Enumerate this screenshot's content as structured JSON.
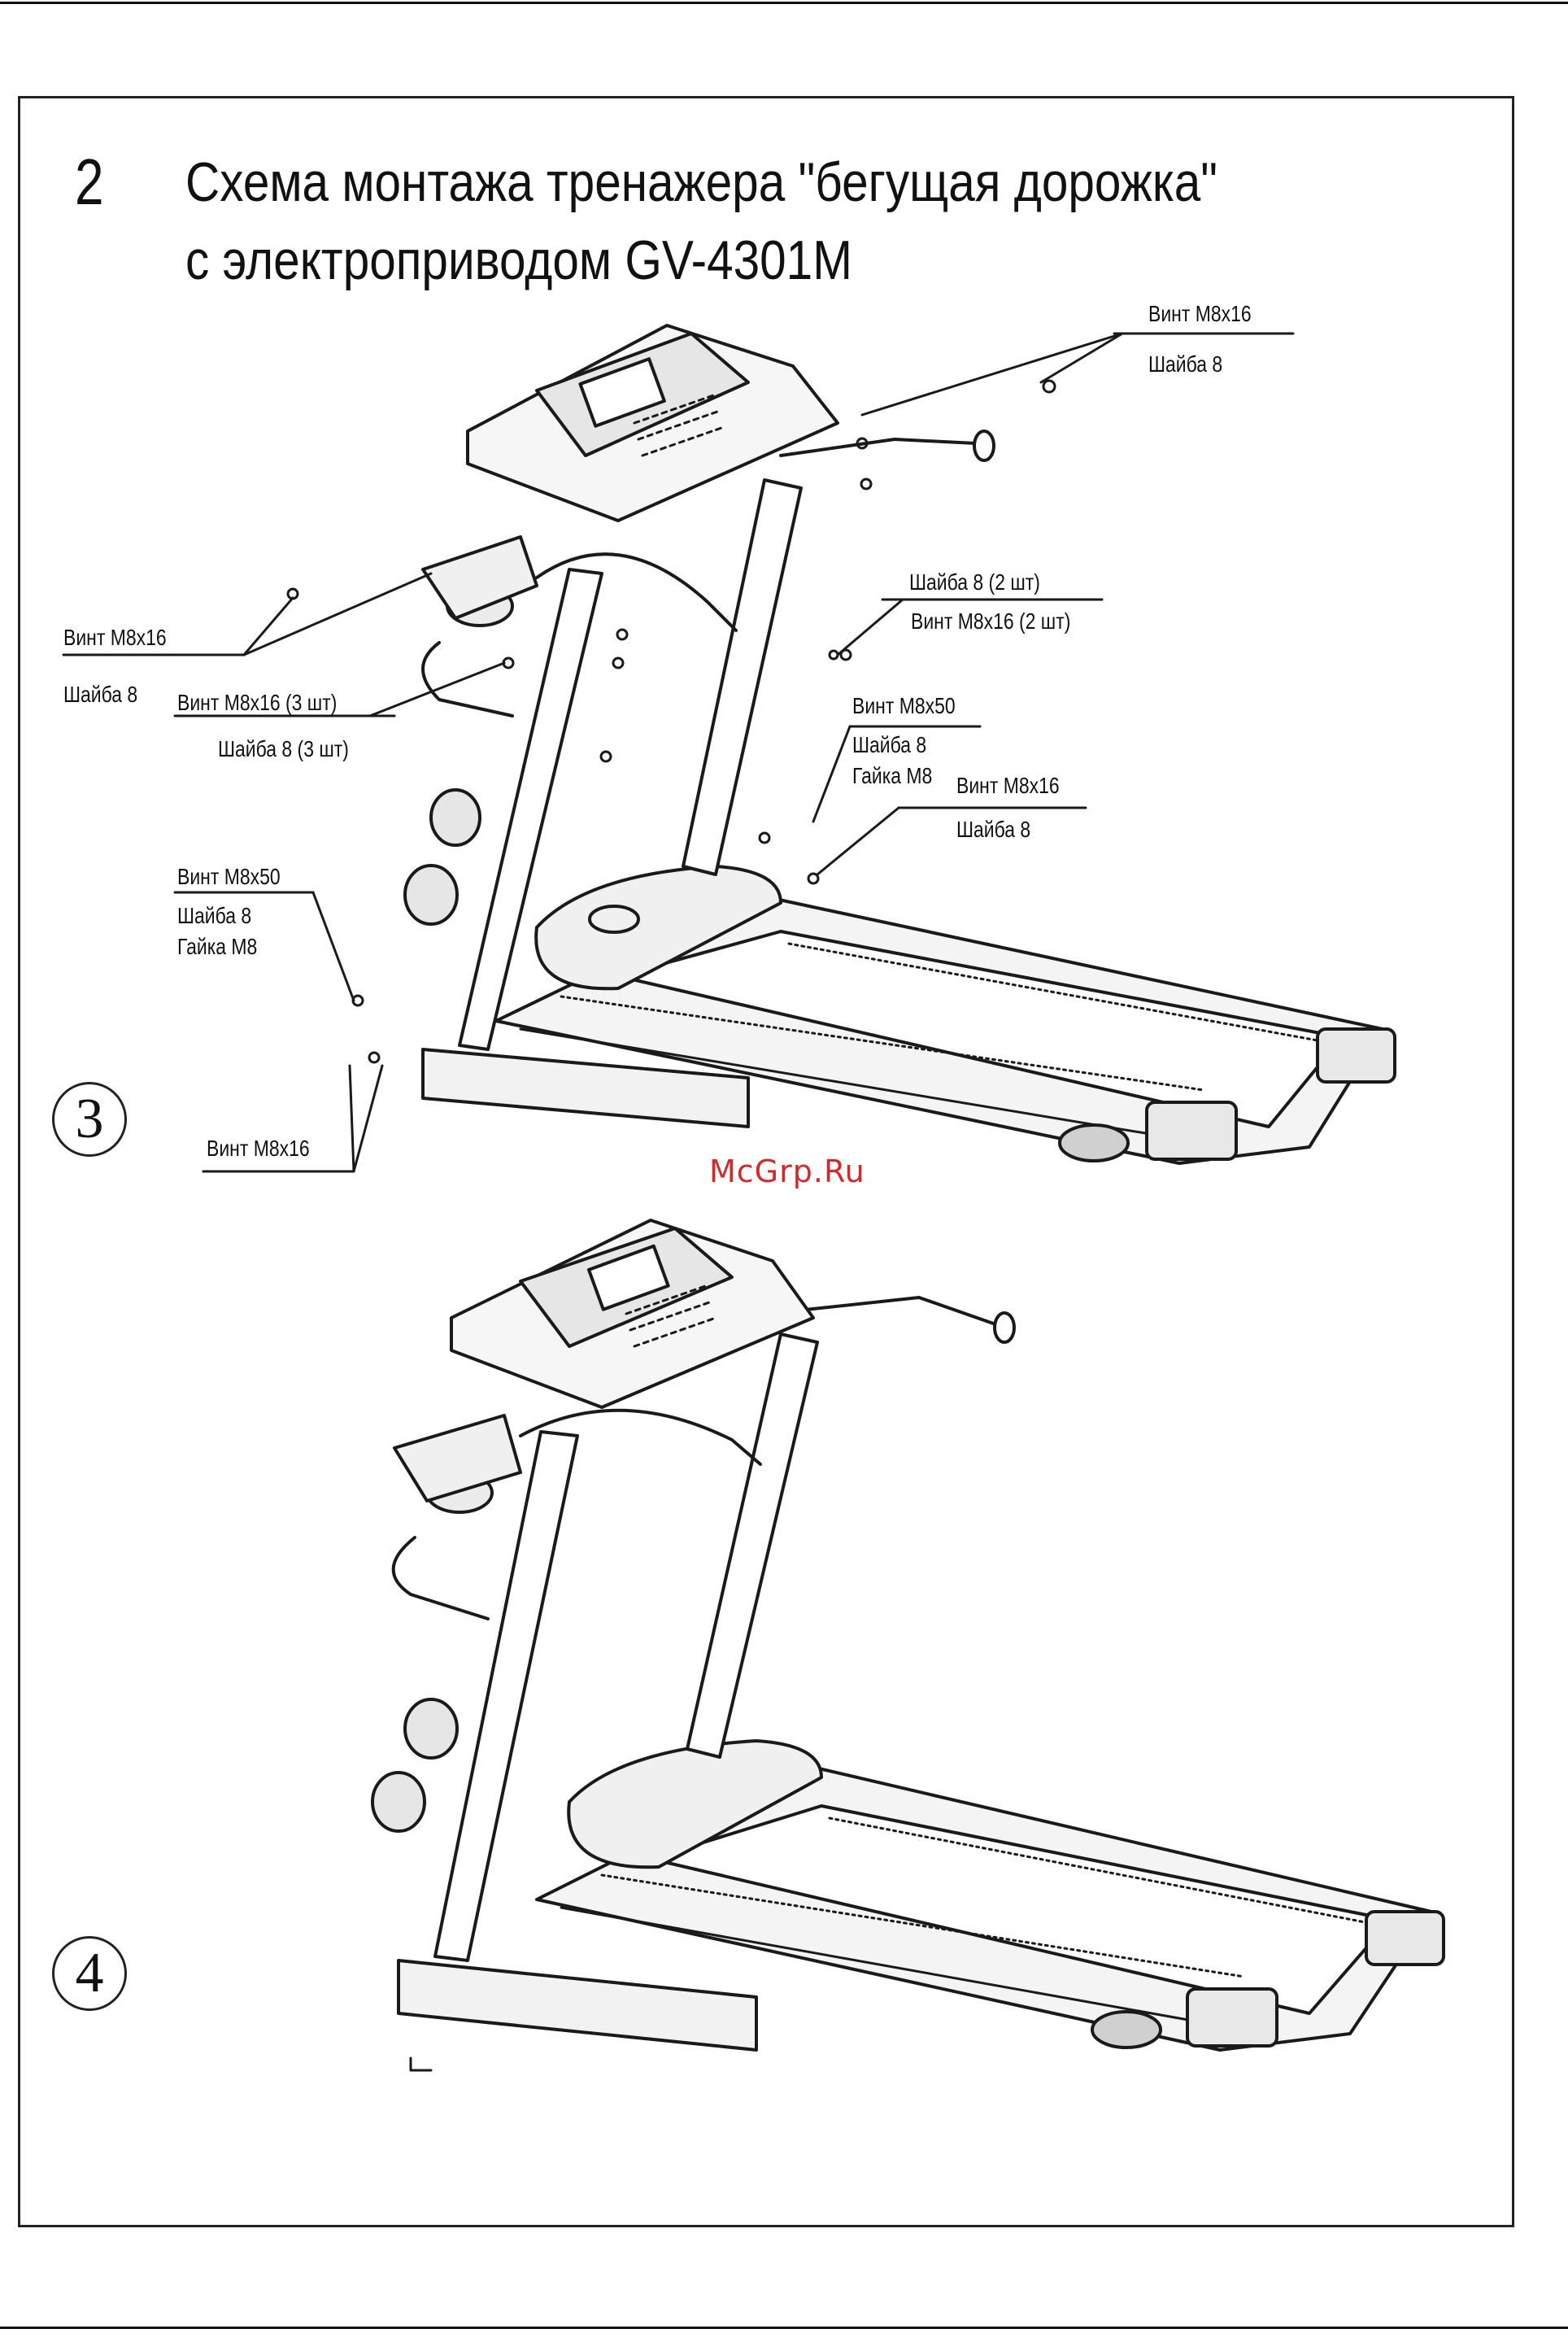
{
  "page": {
    "number": "2",
    "title_line1": "Схема монтажа тренажера \"бегущая дорожка\"",
    "title_line2": "с электроприводом GV-4301M"
  },
  "watermark": "McGrp.Ru",
  "steps": {
    "step3": "3",
    "step4": "4"
  },
  "labels": {
    "top_right_screw": "Винт М8х16",
    "top_right_washer": "Шайба 8",
    "left_screw": "Винт М8х16",
    "left_washer": "Шайба 8",
    "screw_3pcs": "Винт М8х16 (3 шт)",
    "washer_3pcs": "Шайба 8 (3 шт)",
    "washer_2pcs": "Шайба 8 (2 шт)",
    "screw_2pcs": "Винт М8х16 (2 шт)",
    "right_bolt_m50": "Винт М8х50",
    "right_washer_m50": "Шайба 8",
    "right_nut_m50": "Гайка М8",
    "right_screw_m16": "Винт М8х16",
    "right_washer_m16": "Шайба 8",
    "left_bolt_m50": "Винт М8х50",
    "left_washer_m50": "Шайба 8",
    "left_nut_m50": "Гайка М8",
    "bottom_screw": "Винт М8х16"
  }
}
